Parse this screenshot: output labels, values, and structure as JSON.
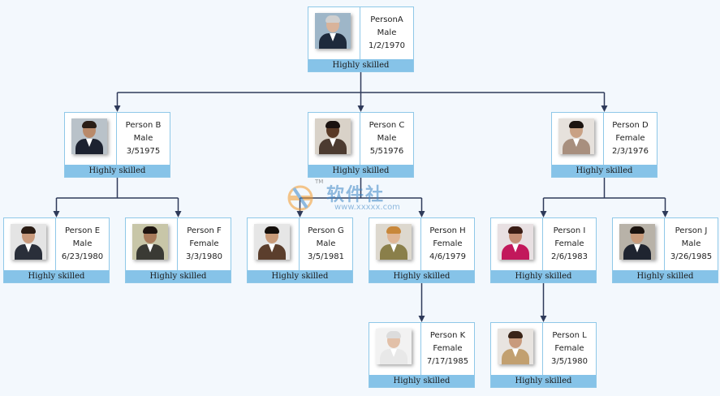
{
  "colors": {
    "background": "#f3f8fd",
    "card_border": "#8fc8e8",
    "skill_bar": "#86c3e8",
    "connector": "#2e3a5a",
    "watermark": "#3d86c6",
    "watermark_accent": "#f39a2b"
  },
  "nodes": [
    {
      "id": "A",
      "name": "PersonA",
      "gender": "Male",
      "dob": "1/2/1970",
      "skill": "Highly skilled",
      "parent": null,
      "photo": {
        "bg": "#9eb6c8",
        "skin": "#d9b39a",
        "hair": "#cfcfcf",
        "suit": "#1e2a3c"
      }
    },
    {
      "id": "B",
      "name": "Person B",
      "gender": "Male",
      "dob": "3/51975",
      "skill": "Highly skilled",
      "parent": "A",
      "photo": {
        "bg": "#b9c2c9",
        "skin": "#b98a6a",
        "hair": "#2a1e16",
        "suit": "#1d2230"
      }
    },
    {
      "id": "C",
      "name": "Person C",
      "gender": "Male",
      "dob": "5/51976",
      "skill": "Highly skilled",
      "parent": "A",
      "photo": {
        "bg": "#d9d2c8",
        "skin": "#5a3a26",
        "hair": "#1a1210",
        "suit": "#4c3b30"
      }
    },
    {
      "id": "D",
      "name": "Person D",
      "gender": "Female",
      "dob": "2/3/1976",
      "skill": "Highly skilled",
      "parent": "A",
      "photo": {
        "bg": "#e6e1dc",
        "skin": "#c9a184",
        "hair": "#1c1410",
        "suit": "#a88f7e"
      }
    },
    {
      "id": "E",
      "name": "Person E",
      "gender": "Male",
      "dob": "6/23/1980",
      "skill": "Highly skilled",
      "parent": "B",
      "photo": {
        "bg": "#e4e4e4",
        "skin": "#c99a7c",
        "hair": "#2a1c14",
        "suit": "#2a2f3a"
      }
    },
    {
      "id": "F",
      "name": "Person F",
      "gender": "Female",
      "dob": "3/3/1980",
      "skill": "Highly skilled",
      "parent": "B",
      "photo": {
        "bg": "#c8c6a8",
        "skin": "#a87a5a",
        "hair": "#1e1410",
        "suit": "#3a3a34"
      }
    },
    {
      "id": "G",
      "name": "Person G",
      "gender": "Male",
      "dob": "3/5/1981",
      "skill": "Highly skilled",
      "parent": "C",
      "photo": {
        "bg": "#e6e6e6",
        "skin": "#c89a78",
        "hair": "#140e0a",
        "suit": "#5b3e2c"
      }
    },
    {
      "id": "H",
      "name": "Person H",
      "gender": "Female",
      "dob": "4/6/1979",
      "skill": "Highly skilled",
      "parent": "C",
      "photo": {
        "bg": "#ddd8ce",
        "skin": "#e0b696",
        "hair": "#c8873a",
        "suit": "#8a7f4a"
      }
    },
    {
      "id": "I",
      "name": "Person I",
      "gender": "Female",
      "dob": "2/6/1983",
      "skill": "Highly skilled",
      "parent": "D",
      "photo": {
        "bg": "#e8e0e2",
        "skin": "#c48f76",
        "hair": "#3a1c14",
        "suit": "#c2185b"
      }
    },
    {
      "id": "J",
      "name": "Person J",
      "gender": "Male",
      "dob": "3/26/1985",
      "skill": "Highly skilled",
      "parent": "D",
      "photo": {
        "bg": "#b8b2a8",
        "skin": "#c89a7a",
        "hair": "#1a120e",
        "suit": "#1f2430"
      }
    },
    {
      "id": "K",
      "name": "Person K",
      "gender": "Female",
      "dob": "7/17/1985",
      "skill": "Highly skilled",
      "parent": "H",
      "photo": {
        "bg": "#f2f2f2",
        "skin": "#e2c0a8",
        "hair": "#dcdcdc",
        "suit": "#e8e8e8"
      }
    },
    {
      "id": "L",
      "name": "Person L",
      "gender": "Female",
      "dob": "3/5/1980",
      "skill": "Highly skilled",
      "parent": "I",
      "photo": {
        "bg": "#e8e4e0",
        "skin": "#c89a7c",
        "hair": "#3a2418",
        "suit": "#c2a070"
      }
    }
  ],
  "watermark": {
    "brand": "软件社",
    "url": "www.xxxxx.com",
    "tm": "TM"
  }
}
